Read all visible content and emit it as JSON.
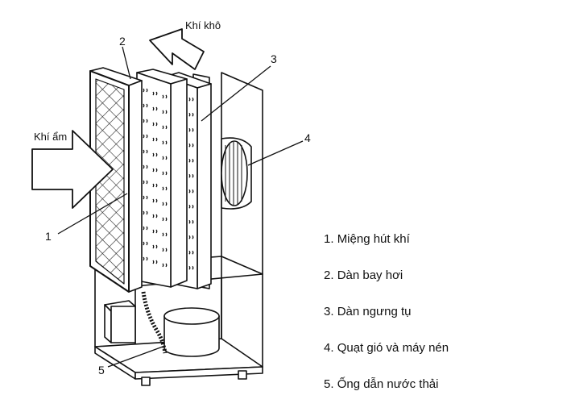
{
  "diagram": {
    "labels": {
      "dry_air": "Khí khô",
      "wet_air": "Khí ẩm",
      "callouts": [
        "1",
        "2",
        "3",
        "4",
        "5"
      ]
    },
    "legend": [
      {
        "number": "1.",
        "text": "Miệng hút khí"
      },
      {
        "number": "2.",
        "text": "Dàn bay hơi"
      },
      {
        "number": "3.",
        "text": "Dàn ngưng tụ"
      },
      {
        "number": "4.",
        "text": "Quạt gió và máy nén"
      },
      {
        "number": "5.",
        "text": "Ống dẫn nước thải"
      }
    ],
    "colors": {
      "line": "#111111",
      "background": "#ffffff"
    }
  }
}
